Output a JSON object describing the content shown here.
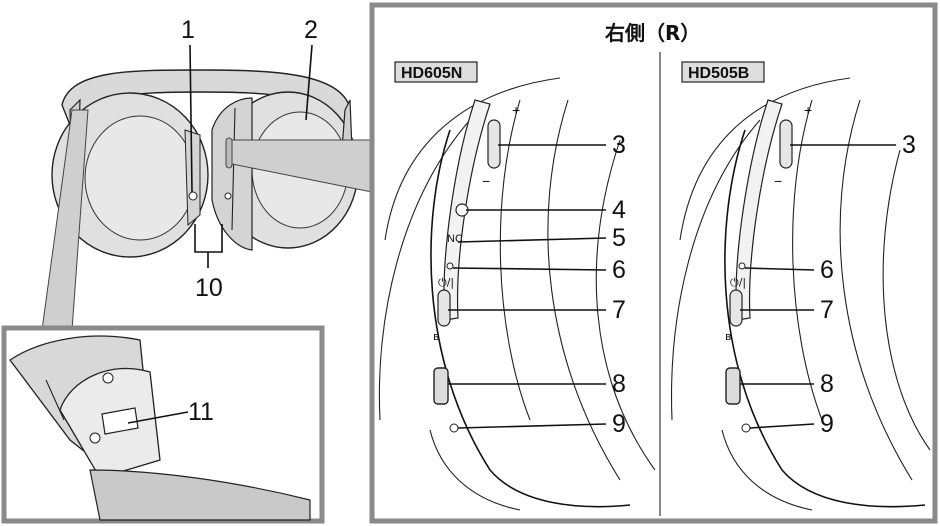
{
  "callouts_main": [
    "1",
    "2",
    "10"
  ],
  "inset_callout": "11",
  "right_panel_title": "右側（R）",
  "models": [
    "HD605N",
    "HD505B"
  ],
  "hd605n_callouts": [
    "3",
    "4",
    "5",
    "6",
    "7",
    "8",
    "9"
  ],
  "hd505b_callouts": [
    "3",
    "6",
    "7",
    "8",
    "9"
  ],
  "symbols": {
    "plus": "+",
    "minus": "−",
    "nc": "NC",
    "power": "⏻/|",
    "bluetooth": "ʙ"
  }
}
